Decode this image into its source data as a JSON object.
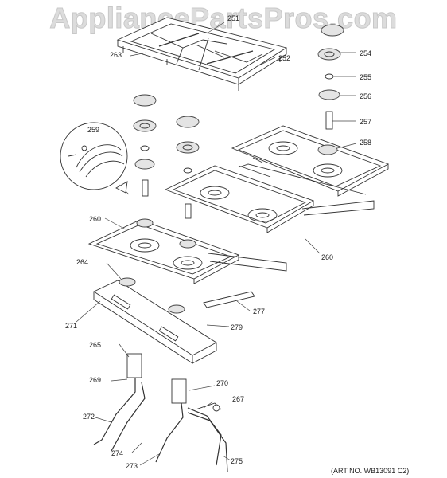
{
  "watermark": "AppliancePartsPros.com",
  "art_number": "(ART NO. WB13091 C2)",
  "callouts": [
    {
      "id": "c251",
      "label": "251"
    },
    {
      "id": "c252",
      "label": "252"
    },
    {
      "id": "c254",
      "label": "254"
    },
    {
      "id": "c255",
      "label": "255"
    },
    {
      "id": "c256",
      "label": "256"
    },
    {
      "id": "c257",
      "label": "257"
    },
    {
      "id": "c258",
      "label": "258"
    },
    {
      "id": "c259",
      "label": "259"
    },
    {
      "id": "c260a",
      "label": "260"
    },
    {
      "id": "c260b",
      "label": "260"
    },
    {
      "id": "c263",
      "label": "263"
    },
    {
      "id": "c264",
      "label": "264"
    },
    {
      "id": "c265",
      "label": "265"
    },
    {
      "id": "c267",
      "label": "267"
    },
    {
      "id": "c269",
      "label": "269"
    },
    {
      "id": "c270",
      "label": "270"
    },
    {
      "id": "c271",
      "label": "271"
    },
    {
      "id": "c272",
      "label": "272"
    },
    {
      "id": "c273",
      "label": "273"
    },
    {
      "id": "c274",
      "label": "274"
    },
    {
      "id": "c275",
      "label": "275"
    },
    {
      "id": "c277",
      "label": "277"
    },
    {
      "id": "c279",
      "label": "279"
    }
  ]
}
